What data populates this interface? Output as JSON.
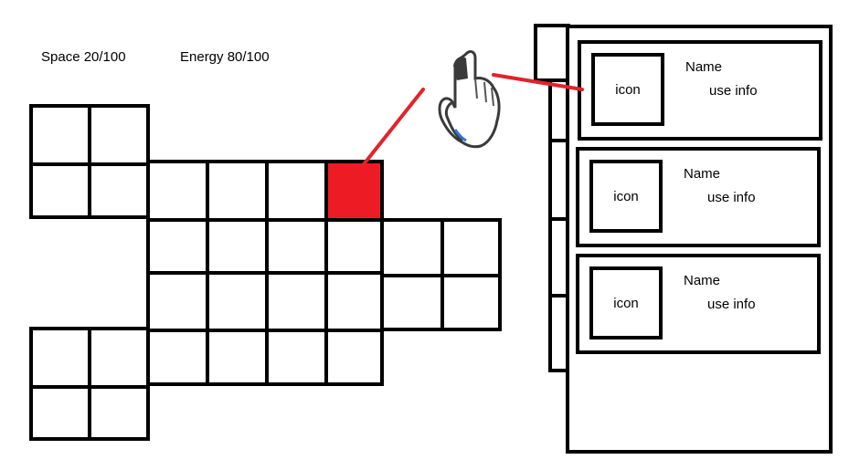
{
  "stats": {
    "space": "Space 20/100",
    "energy": "Energy 80/100"
  },
  "inventory_panel": {
    "items": [
      {
        "icon_label": "icon",
        "name": "Name",
        "info": "use info"
      },
      {
        "icon_label": "icon",
        "name": "Name",
        "info": "use info"
      },
      {
        "icon_label": "icon",
        "name": "Name",
        "info": "use info"
      }
    ]
  },
  "colors": {
    "highlight": "#ed1c24",
    "pointer_line": "#e0242c",
    "grid_border": "#000000"
  },
  "icons": {
    "cursor": "hand-pointer-icon"
  }
}
